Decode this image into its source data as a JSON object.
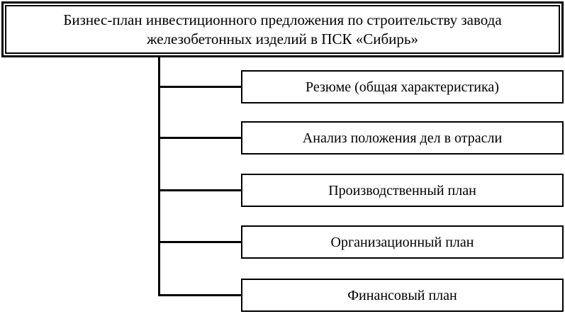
{
  "diagram": {
    "title": "Бизнес-план инвестиционного предложения по строительству завода железобетонных изделий в ПСК «Сибирь»",
    "sections": [
      "Резюме (общая характеристика)",
      "Анализ положения дел в отрасли",
      "Производственный план",
      "Организационный план",
      "Финансовый план"
    ],
    "colors": {
      "line": "#000000",
      "background": "#ffffff",
      "text": "#000000"
    }
  }
}
